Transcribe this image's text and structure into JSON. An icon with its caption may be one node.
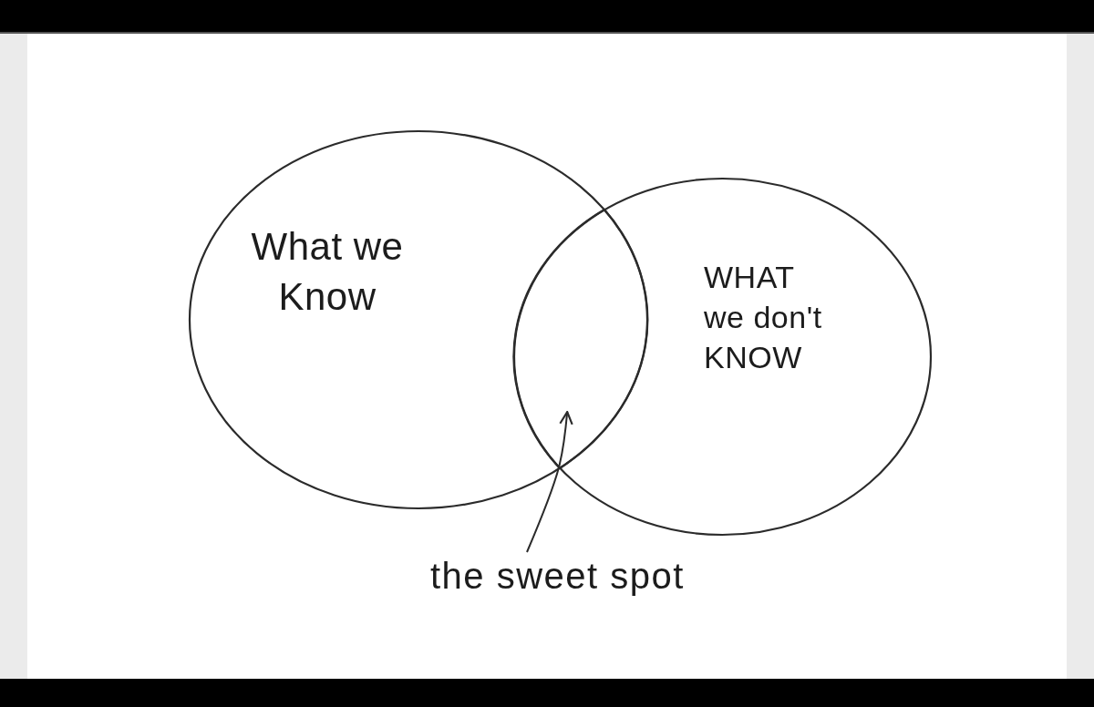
{
  "diagram": {
    "nodes": [
      {
        "text": [
          "What we Know"
        ]
      },
      {
        "text": [
          "WHAT we don't KNOW"
        ]
      },
      {
        "text": [],
        "shape": "lens"
      },
      {
        "text": [
          "the sweet spot"
        ]
      }
    ],
    "edges": [
      {
        "from": 3,
        "to": 2,
        "arrow": "to"
      }
    ]
  }
}
